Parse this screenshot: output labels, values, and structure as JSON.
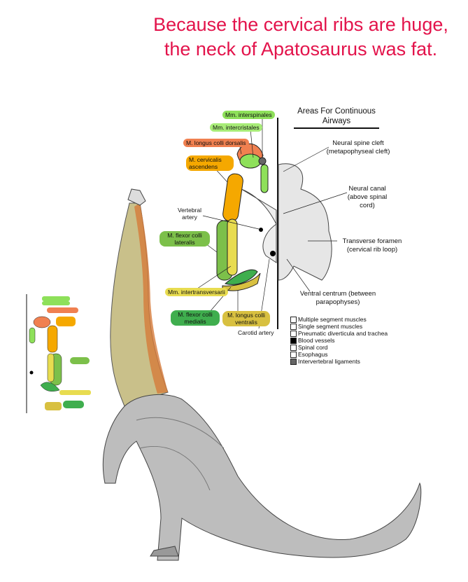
{
  "title": "Because the cervical ribs are huge, the neck of Apatosaurus was fat.",
  "muscle_labels": {
    "interspinales": "Mm. interspinales",
    "intercristales": "Mm. intercristales",
    "longus_colli_dorsalis": "M. longus colli dorsalis",
    "cervicalis_ascendens": "M. cervicalis ascendens",
    "vertebral_artery": "Vertebral artery",
    "flexor_colli_lateralis": "M. flexor colli lateralis",
    "intertransversarii": "Mm. intertransversarii",
    "flexor_colli_medialis": "M. flexor colli medialis",
    "longus_colli_ventralis": "M. longus colli ventralis",
    "carotid_artery": "Carotid artery"
  },
  "airways": {
    "title": "Areas For Continuous Airways",
    "neural_spine_cleft": "Neural spine cleft (metapophyseal cleft)",
    "neural_canal": "Neural canal (above spinal cord)",
    "transverse_foramen": "Transverse foramen (cervical rib loop)",
    "ventral_centrum": "Ventral centrum (between parapophyses)"
  },
  "legend": [
    {
      "label": "Multiple segment muscles",
      "color": "#ffffff"
    },
    {
      "label": "Single segment muscles",
      "color": "#ffffff"
    },
    {
      "label": "Pneumatic diverticula and trachea",
      "color": "#ffffff"
    },
    {
      "label": "Blood vessels",
      "color": "#000000"
    },
    {
      "label": "Spinal cord",
      "color": "#ffffff"
    },
    {
      "label": "Esophagus",
      "color": "#ffffff"
    },
    {
      "label": "Intervertebral ligaments",
      "color": "#666666"
    }
  ],
  "colors": {
    "title": "#e3134b",
    "light_green": "#8ee05a",
    "orange_red": "#f08050",
    "orange": "#f5a800",
    "green": "#7cc04a",
    "yellow": "#e8dc50",
    "dark_green": "#3fae4e",
    "olive_yellow": "#d8c040"
  }
}
